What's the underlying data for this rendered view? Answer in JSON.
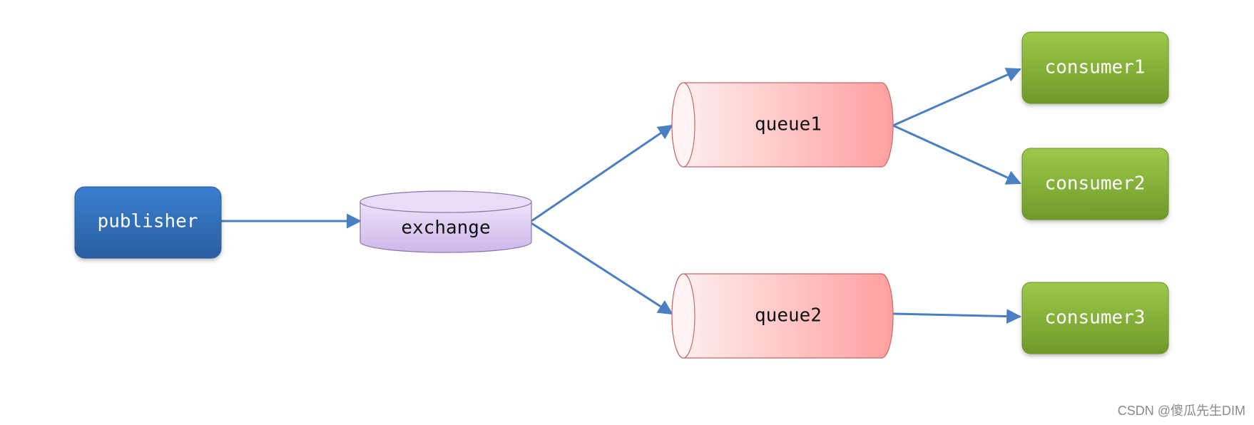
{
  "diagram": {
    "nodes": {
      "publisher": {
        "label": "publisher"
      },
      "exchange": {
        "label": "exchange"
      },
      "queue1": {
        "label": "queue1"
      },
      "queue2": {
        "label": "queue2"
      },
      "consumer1": {
        "label": "consumer1"
      },
      "consumer2": {
        "label": "consumer2"
      },
      "consumer3": {
        "label": "consumer3"
      }
    },
    "edges": [
      {
        "from": "publisher",
        "to": "exchange"
      },
      {
        "from": "exchange",
        "to": "queue1"
      },
      {
        "from": "exchange",
        "to": "queue2"
      },
      {
        "from": "queue1",
        "to": "consumer1"
      },
      {
        "from": "queue1",
        "to": "consumer2"
      },
      {
        "from": "queue2",
        "to": "consumer3"
      }
    ],
    "colors": {
      "publisher": "#2f68b1",
      "exchange": "#d9c9ef",
      "queue": "#ffb3b3",
      "consumer": "#86b03a",
      "arrow": "#4a7fc1"
    }
  },
  "watermark": "CSDN @傻瓜先生DIM"
}
